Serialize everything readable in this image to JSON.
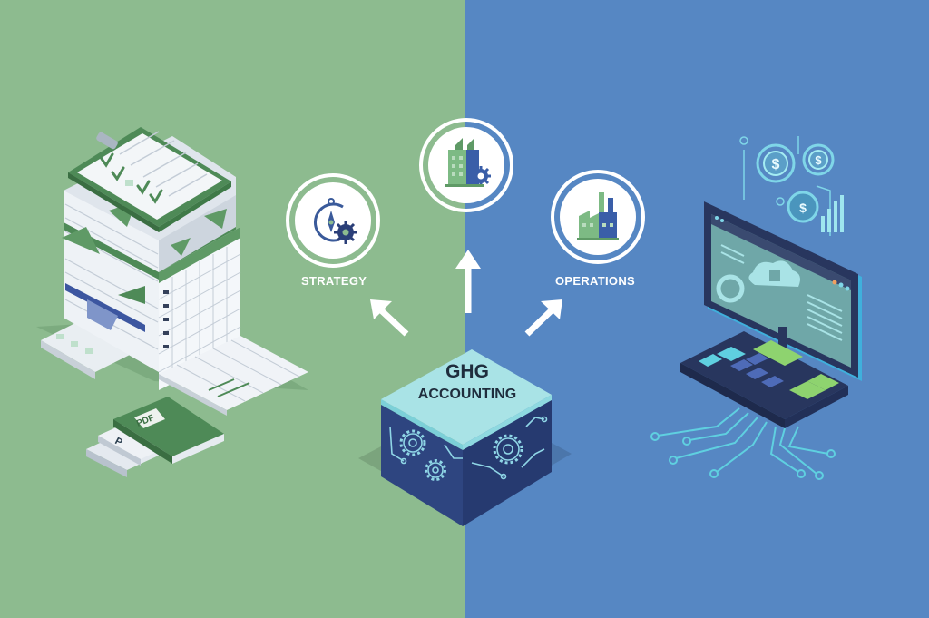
{
  "theme": {
    "left_bg": "#8dbb8f",
    "right_bg": "#5687c3",
    "accent_green": "#4e8a57",
    "accent_navy": "#2b3f78",
    "accent_cyan": "#5fd0e0",
    "cube_top": "#a9e3e6",
    "cube_side": "#2e4580"
  },
  "center": {
    "cube": {
      "line1": "GHG",
      "line2": "ACCOUNTING"
    },
    "nodes": [
      {
        "id": "strategy",
        "label": "STRATEGY",
        "icon": "compass-gear-icon"
      },
      {
        "id": "top",
        "label": "",
        "icon": "factory-gear-icon"
      },
      {
        "id": "operations",
        "label": "OPERATIONS",
        "icon": "factory-icon"
      }
    ]
  },
  "left": {
    "illustration": "document-stack-spreadsheet",
    "book_label": "PDF",
    "book_label_partial": "P"
  },
  "right": {
    "illustration": "computer-cloud-finance",
    "coin_symbol": "$"
  }
}
